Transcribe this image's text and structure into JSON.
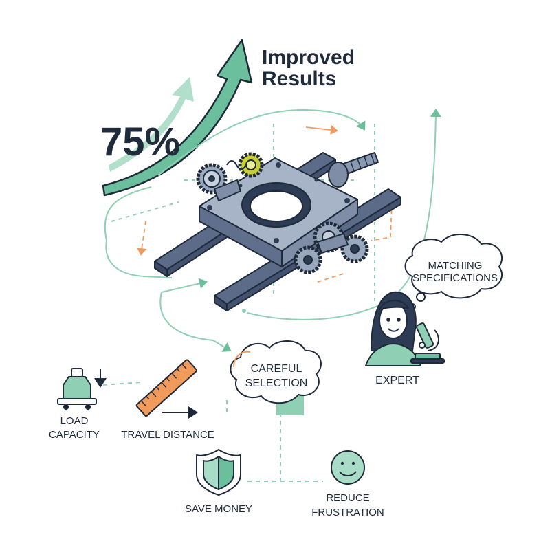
{
  "headline": {
    "line1": "Improved",
    "line2": "Results",
    "percent": "75%"
  },
  "bubbles": {
    "expert_thought_line1": "MATCHING",
    "expert_thought_line2": "SPECIFICATIONS",
    "selection_line1": "CAREFUL",
    "selection_line2": "SELECTION"
  },
  "labels": {
    "expert": "EXPERT",
    "load_line1": "LOAD",
    "load_line2": "CAPACITY",
    "travel": "TRAVEL DISTANCE",
    "save_money": "SAVE MONEY",
    "reduce_line1": "REDUCE",
    "reduce_line2": "FRUSTRATION"
  },
  "colors": {
    "accent_green": "#6cbf9c",
    "navy": "#2d3b55",
    "steel": "#7f8ea6",
    "orange": "#f09a5c",
    "gear_yellow": "#c9cf3a"
  },
  "icons": [
    "scale-icon",
    "ruler-icon",
    "shield-icon",
    "smiley-icon",
    "microscope-icon",
    "expert-avatar",
    "gear-icon",
    "linear-stage-illustration"
  ]
}
